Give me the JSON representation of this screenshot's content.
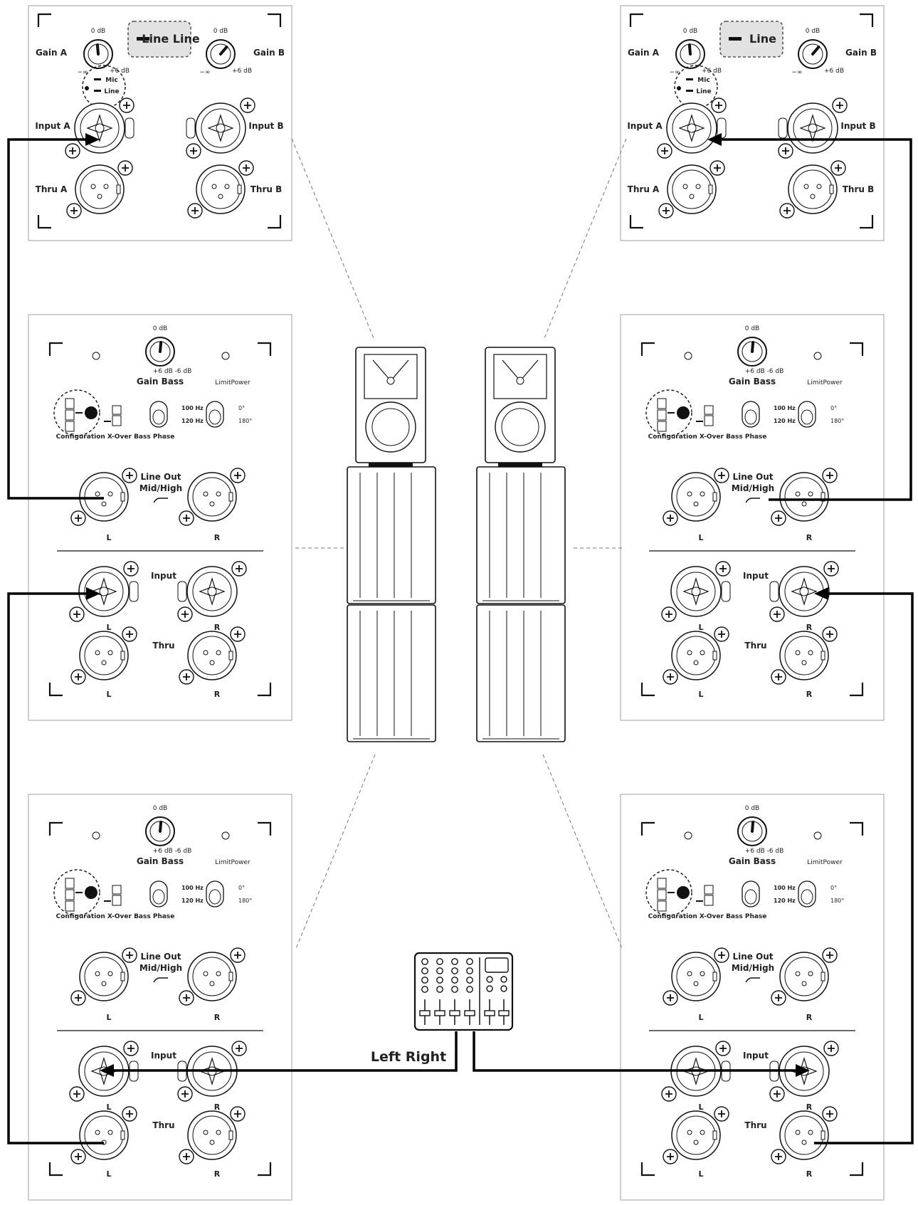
{
  "labels": {
    "gain_a": "Gain A",
    "gain_b": "Gain B",
    "zero_db": "0 dB",
    "plus_six_db": "+6 dB",
    "minus_inf": "−∞",
    "line": "Line",
    "line_line": "Line Line",
    "mic": "Mic",
    "input_a": "Input A",
    "input_b": "Input B",
    "thru_a": "Thru A",
    "thru_b": "Thru B",
    "gain_bass": "Gain Bass",
    "gain_bass_range": "+6 dB -6 dB",
    "limit_power": "LimitPower",
    "hz100": "100 Hz",
    "hz120": "120 Hz",
    "deg0": "0°",
    "deg180": "180°",
    "config_row": "Configuration X-Over Bass Phase",
    "line_out": "Line Out",
    "mid_high": "Mid/High",
    "input": "Input",
    "thru": "Thru",
    "l": "L",
    "r": "R",
    "left_right": "Left Right"
  },
  "colors": {
    "ink": "#111111",
    "panel_border": "#bfbfbf",
    "dash": "#777777",
    "cable": "#000000"
  }
}
